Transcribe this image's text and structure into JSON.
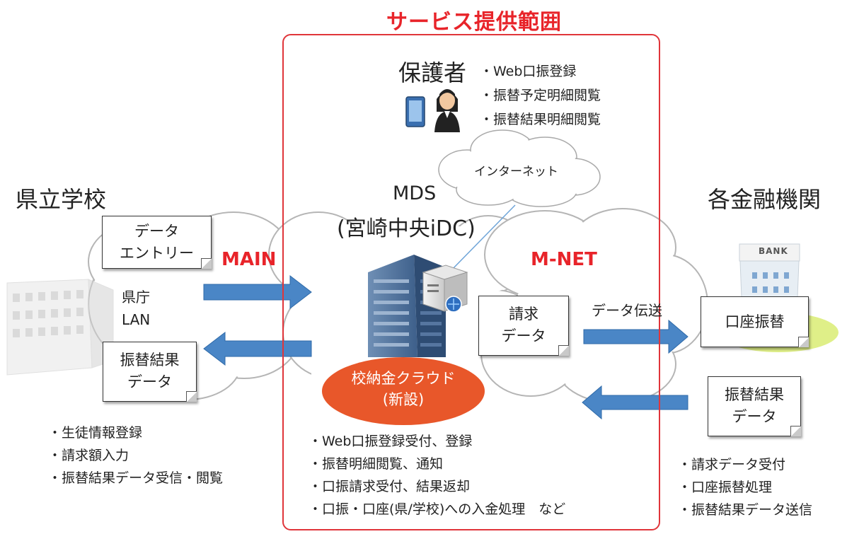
{
  "service_title": "サービス提供範囲",
  "guardian": {
    "title": "保護者",
    "items": [
      "・Web口振登録",
      "・振替予定明細閲覧",
      "・振替結果明細閲覧"
    ]
  },
  "internet_label": "インターネット",
  "mds": {
    "line1": "MDS",
    "line2": "(宮崎中央iDC)"
  },
  "school": {
    "title": "県立学校",
    "lan_line1": "県庁",
    "lan_line2": "LAN",
    "entry_doc": [
      "データ",
      "エントリー"
    ],
    "result_doc": [
      "振替結果",
      "データ"
    ],
    "items": [
      "・生徒情報登録",
      "・請求額入力",
      "・振替結果データ受信・閲覧"
    ]
  },
  "networks": {
    "main": "MAIN",
    "mnet": "M-NET"
  },
  "cloud_service": {
    "line1": "校納金クラウド",
    "line2": "(新設)",
    "items": [
      "・Web口振登録受付、登録",
      "・振替明細閲覧、通知",
      "・口振請求受付、結果返却",
      "・口振・口座(県/学校)への入金処理　など"
    ]
  },
  "billing_doc": [
    "請求",
    "データ"
  ],
  "transfer_label": "データ伝送",
  "bank": {
    "title": "各金融機関",
    "sign": "BANK",
    "transfer_doc": "口座振替",
    "result_doc": [
      "振替結果",
      "データ"
    ],
    "items": [
      "・請求データ受付",
      "・口座振替処理",
      "・振替結果データ送信"
    ]
  },
  "colors": {
    "accent_red": "#e8242a",
    "arrow_blue": "#4a86c6",
    "oval_orange": "#e8572a"
  }
}
